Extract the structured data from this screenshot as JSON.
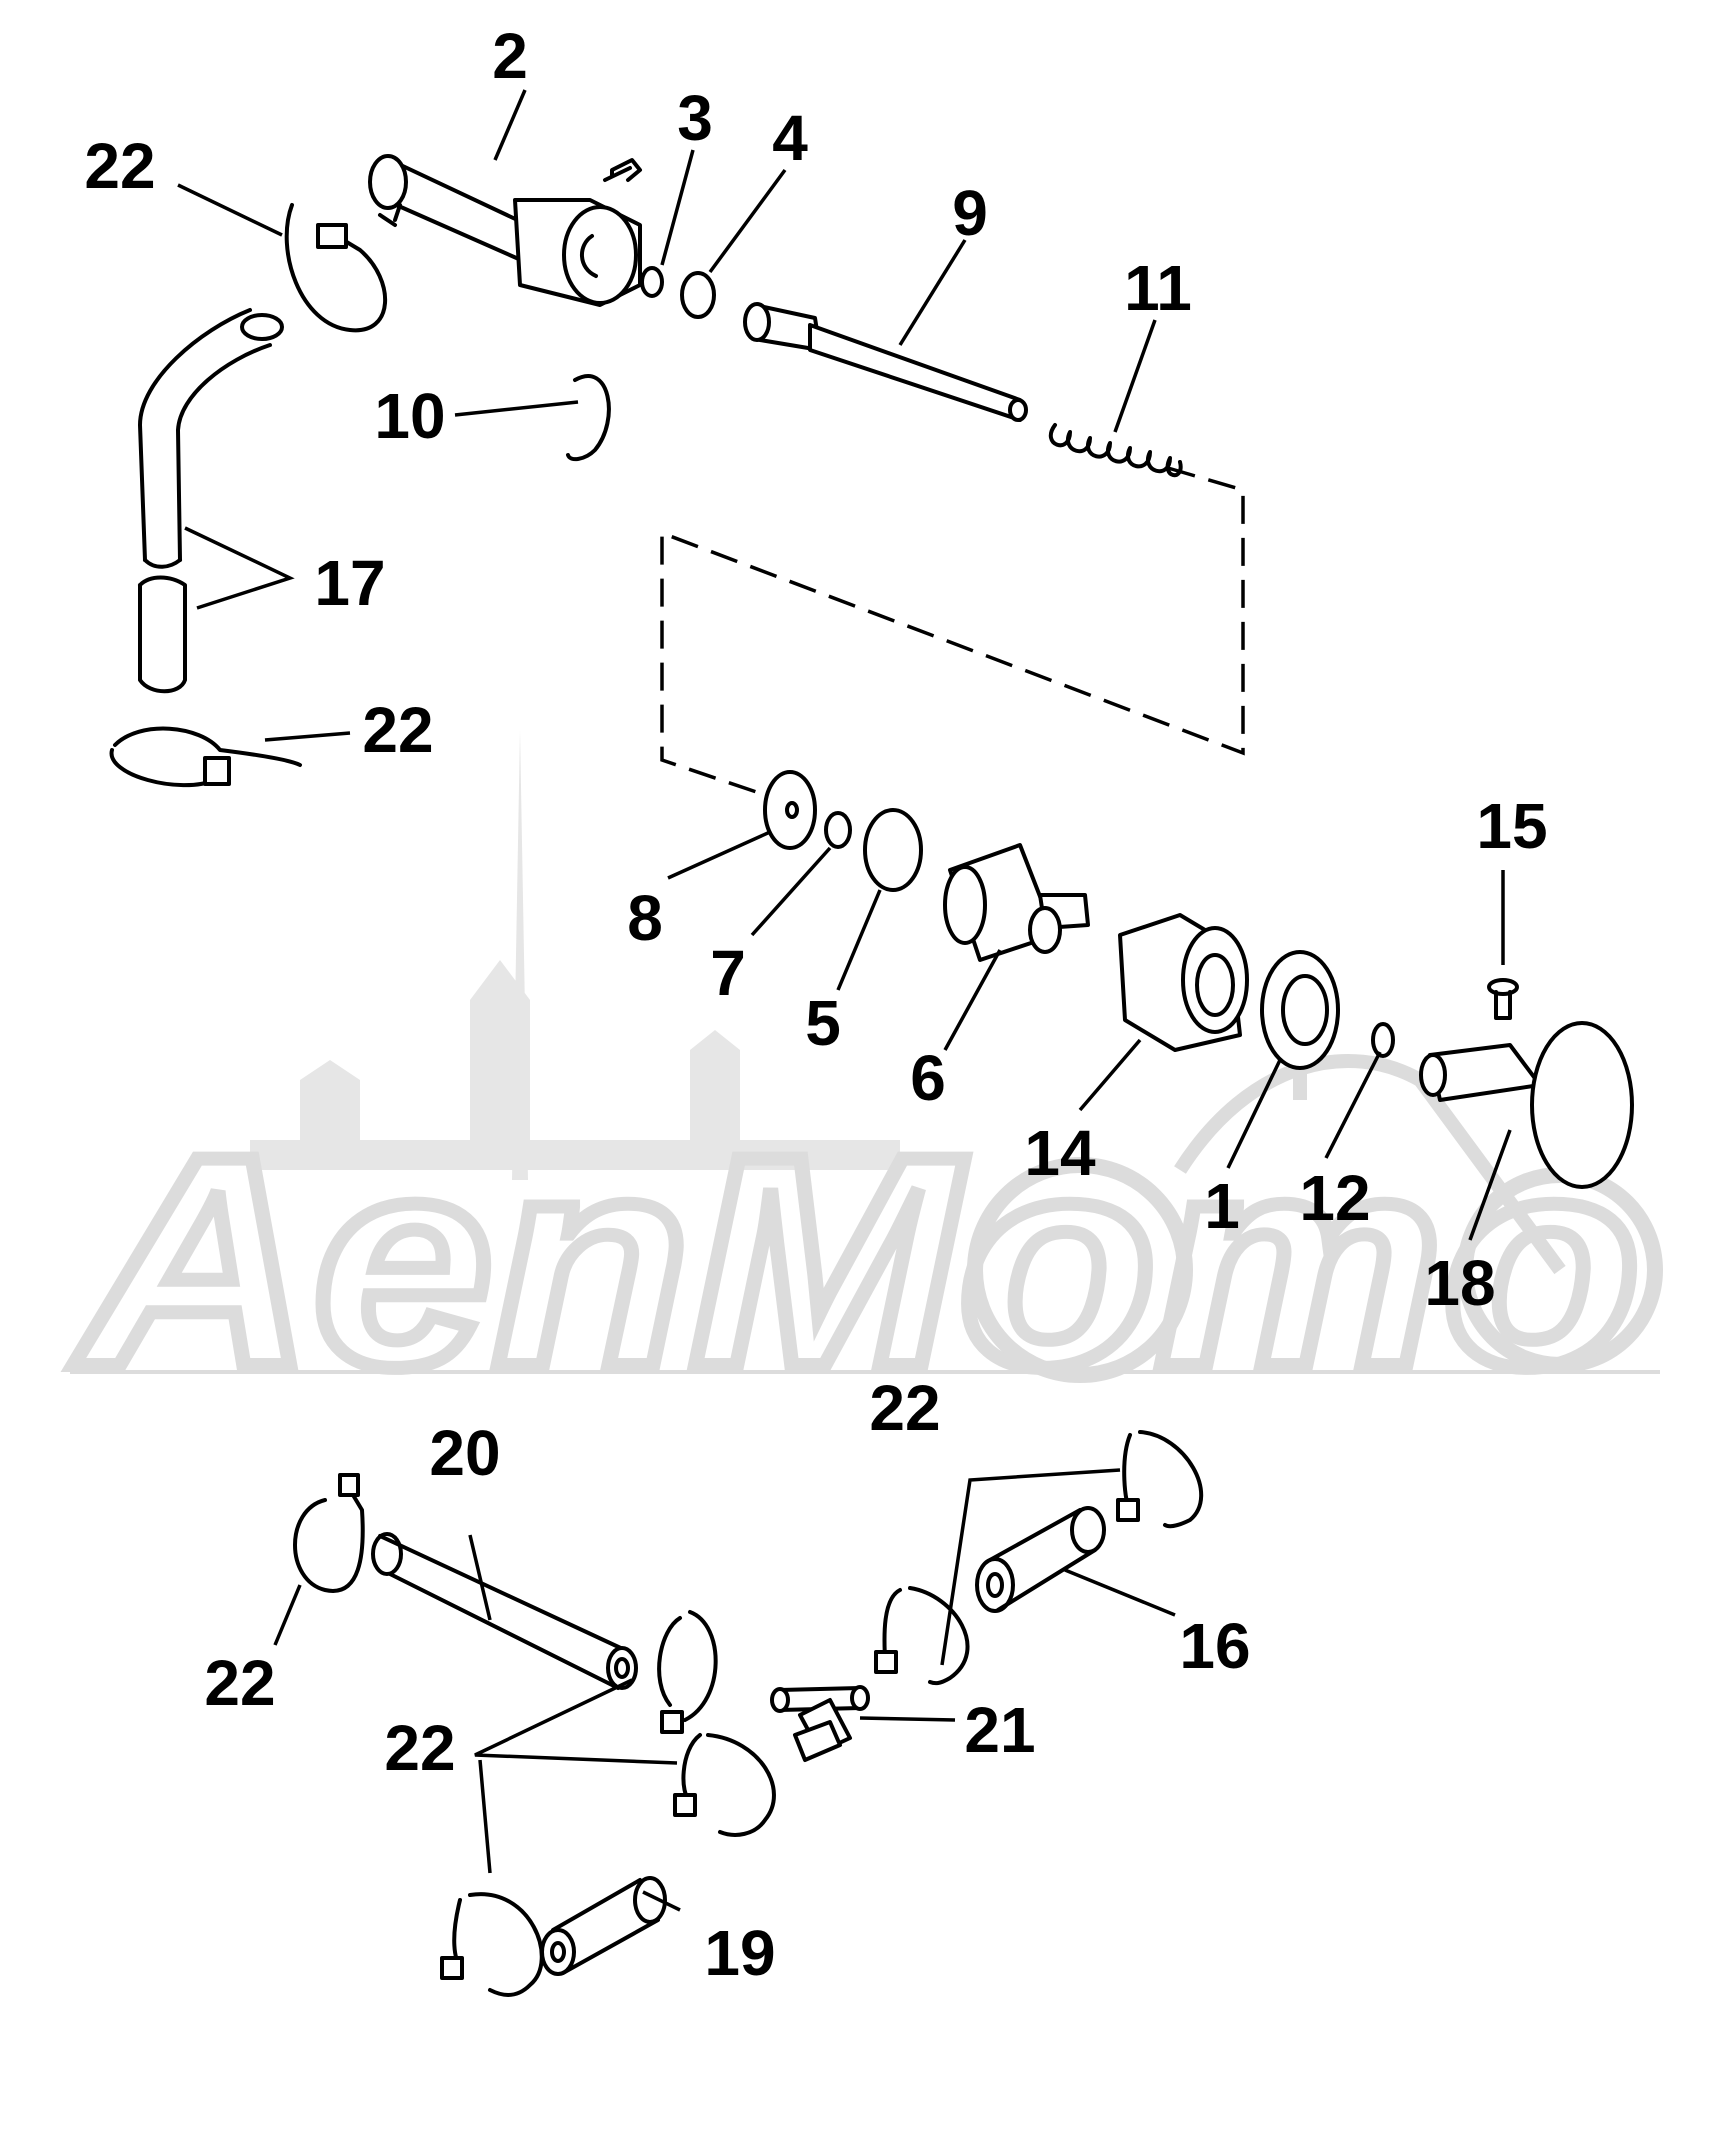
{
  "watermark": {
    "text": "AenMomo",
    "color": "#dcdcdc"
  },
  "labels": {
    "p1": "1",
    "p2": "2",
    "p3": "3",
    "p4": "4",
    "p5": "5",
    "p6": "6",
    "p7": "7",
    "p8": "8",
    "p9": "9",
    "p10": "10",
    "p11": "11",
    "p12": "12",
    "p14": "14",
    "p15": "15",
    "p16": "16",
    "p17": "17",
    "p18": "18",
    "p19": "19",
    "p20": "20",
    "p21": "21",
    "p22a": "22",
    "p22b": "22",
    "p22c": "22",
    "p22d": "22",
    "p22e": "22"
  }
}
